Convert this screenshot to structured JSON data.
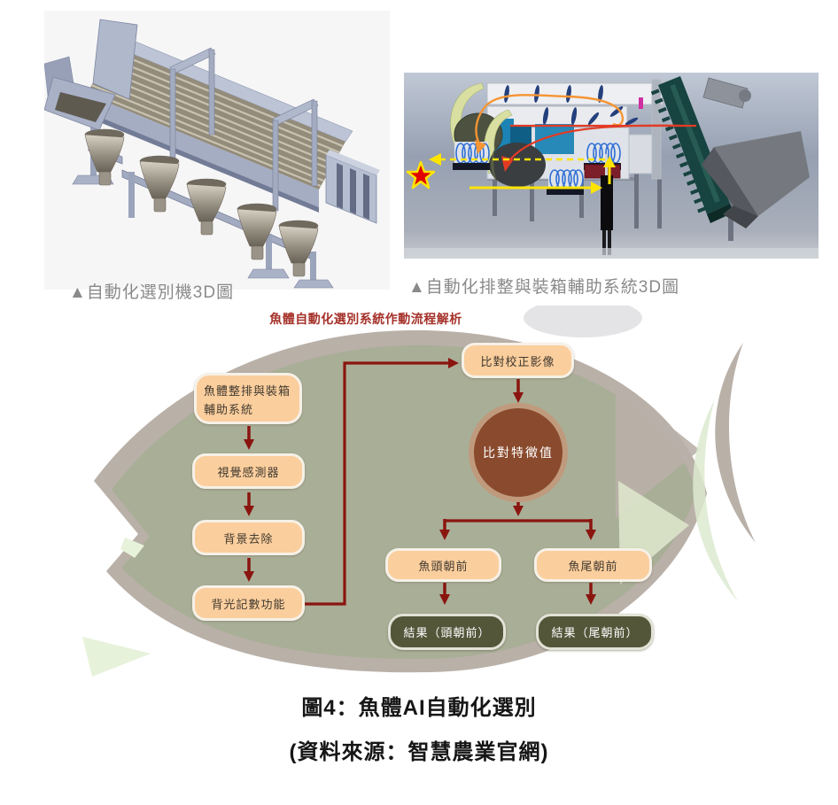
{
  "figures": {
    "left": {
      "caption": "▲自動化選別機3D圖"
    },
    "right": {
      "caption": "▲自動化排整與裝箱輔助系統3D圖"
    }
  },
  "flowchart": {
    "title": "魚體自動化選別系統作動流程解析",
    "steps": {
      "step1": "魚體整排與裝箱輔助系統",
      "step2": "視覺感測器",
      "step3": "背景去除",
      "step4": "背光記數功能",
      "compare_image": "比對校正影像",
      "feature_value": "比對特徵值",
      "head_first": "魚頭朝前",
      "tail_first": "魚尾朝前",
      "result_head": "結果（頭朝前）",
      "result_tail": "結果（尾朝前）"
    }
  },
  "caption": {
    "line1": "圖4：魚體AI自動化選別",
    "line2": "(資料來源：智慧農業官網)"
  },
  "colors": {
    "title_red": "#a5322a",
    "box_fill": "#fbce9d",
    "box_border": "#f6f1e7",
    "arrow_red": "#8a150f",
    "circle_fill": "#8a4a2d",
    "circle_ring": "#c09a7c",
    "result_fill": "#54563a",
    "caption_gray": "#8a8a8a",
    "fish_body": "#a9ae97",
    "fish_fin": "#b9b0a8",
    "fish_light_green": "#e2eccf"
  }
}
